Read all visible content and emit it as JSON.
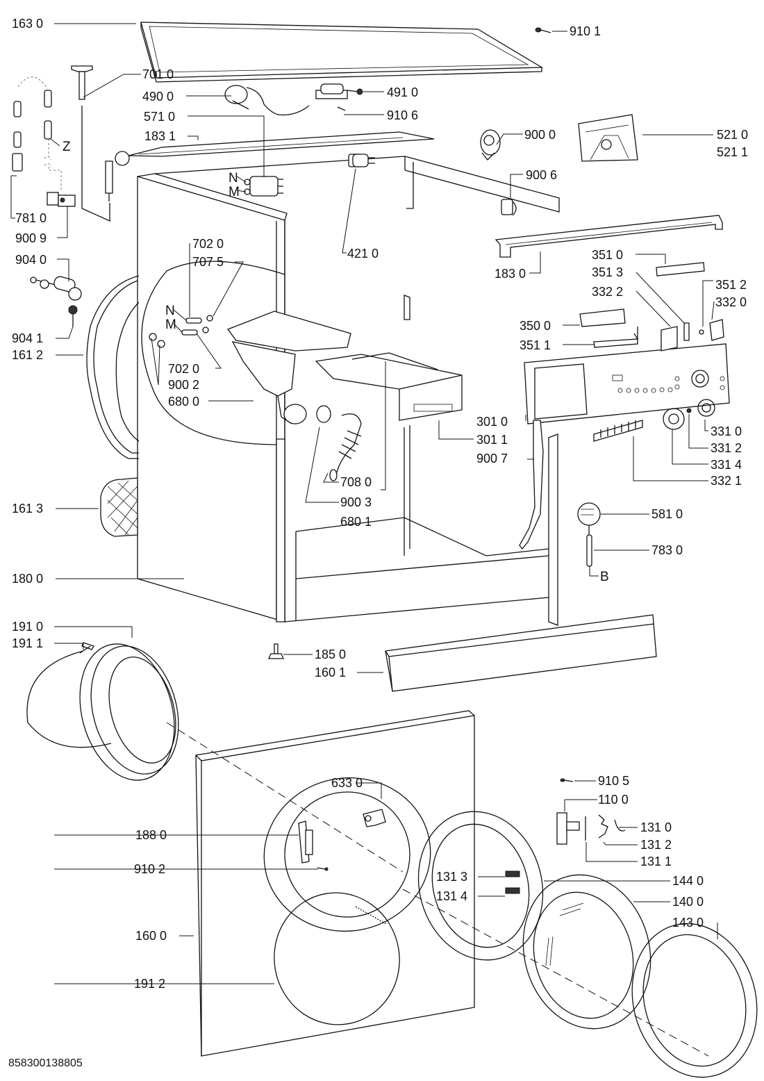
{
  "diagram": {
    "title": "Washing machine exploded parts view",
    "document_number": "858300138805",
    "markers": {
      "N": "N",
      "M": "M",
      "Z": "Z",
      "B": "B"
    },
    "labels": {
      "p1630": "163 0",
      "p9101": "910 1",
      "p7010": "701 0",
      "p4900": "490 0",
      "p4910": "491 0",
      "p9106": "910 6",
      "p5710": "571 0",
      "p1831": "183 1",
      "p9000": "900 0",
      "p5210": "521 0",
      "p5211": "521 1",
      "p9006": "900 6",
      "p7810": "781 0",
      "p9009": "900 9",
      "p4210": "421 0",
      "p1830": "183 0",
      "p7020a": "702 0",
      "p7075": "707 5",
      "p9040": "904 0",
      "p3510": "351 0",
      "p3513": "351 3",
      "p3512": "351 2",
      "p3322": "332 2",
      "p3320": "332 0",
      "p3500": "350 0",
      "p9041": "904 1",
      "p3511": "351 1",
      "p1612": "161 2",
      "p7020b": "702 0",
      "p9002": "900 2",
      "p6800": "680 0",
      "p3010": "301 0",
      "p3310": "331 0",
      "p3011": "301 1",
      "p3312": "331 2",
      "p9007": "900 7",
      "p3314": "331 4",
      "p7080": "708 0",
      "p3321": "332 1",
      "p9003": "900 3",
      "p6801": "680 1",
      "p1613": "161 3",
      "p5810": "581 0",
      "p7830": "783 0",
      "p1800": "180 0",
      "p1910": "191 0",
      "p1911": "191 1",
      "p1850": "185 0",
      "p1601": "160 1",
      "p9105": "910 5",
      "p6330": "633 0",
      "p1100": "110 0",
      "p1310": "131 0",
      "p1880": "188 0",
      "p1312": "131 2",
      "p1311": "131 1",
      "p9102": "910 2",
      "p1313": "131 3",
      "p1440": "144 0",
      "p1314": "131 4",
      "p1400": "140 0",
      "p1430": "143 0",
      "p1600": "160 0",
      "p1912": "191 2"
    }
  }
}
